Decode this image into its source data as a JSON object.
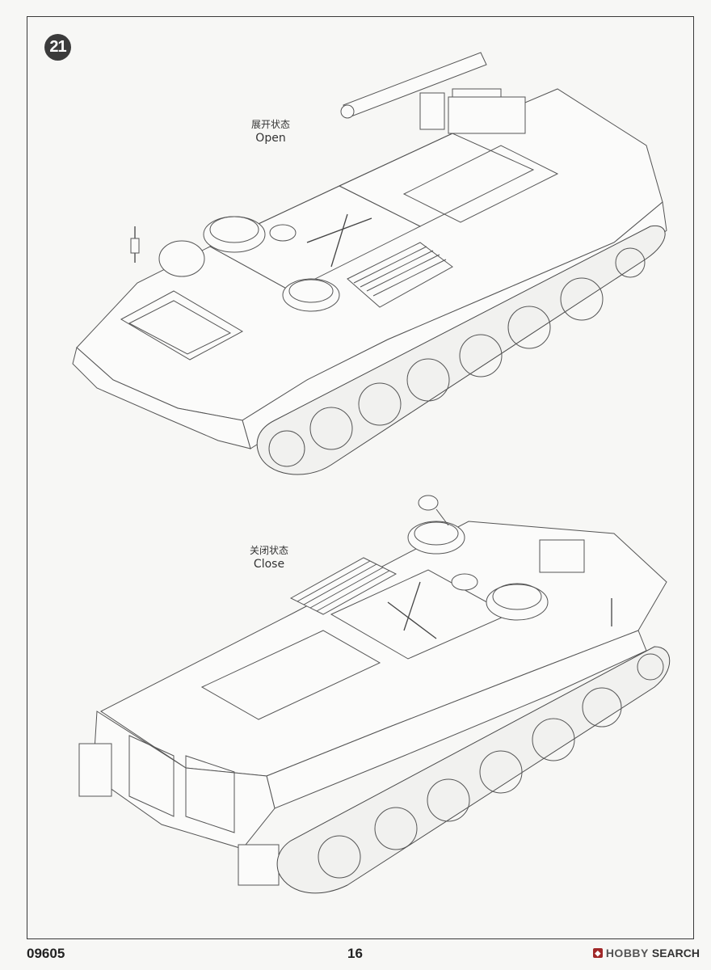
{
  "step": {
    "number": "21"
  },
  "labels": {
    "open_cn": "展开状态",
    "open_en": "Open",
    "close_cn": "关闭状态",
    "close_en": "Close"
  },
  "footer": {
    "part_number": "09605",
    "page_number": "16"
  },
  "watermark": {
    "logo_mark": "◆",
    "brand": "HOBBY",
    "word": "SEARCH"
  },
  "colors": {
    "line": "#555555",
    "badge": "#3b3b3b",
    "watermark_accent": "#a02828"
  }
}
